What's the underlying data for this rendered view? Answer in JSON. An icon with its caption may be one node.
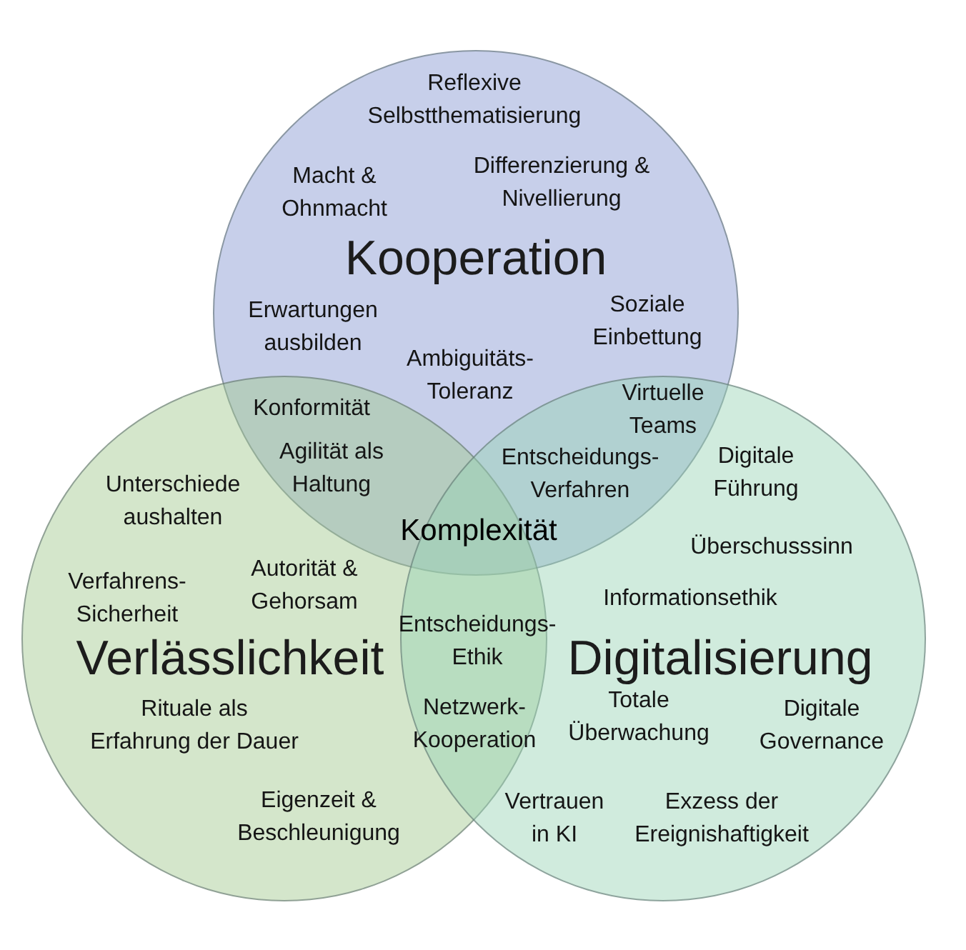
{
  "diagram": {
    "nodes": [
      {
        "text": [
          "Reflexive Selbstthematisierung",
          "Macht & Ohnmacht",
          "Differenzierung & Nivellierung",
          "Kooperation",
          "Erwartungen ausbilden",
          "Soziale Einbettung",
          "Ambiguitäts-Toleranz"
        ]
      },
      {
        "text": [
          "Unterschiede aushalten",
          "Verfahrens-Sicherheit",
          "Autorität & Gehorsam",
          "Verlässlichkeit",
          "Rituale als Erfahrung der Dauer",
          "Eigenzeit & Beschleunigung"
        ]
      },
      {
        "text": [
          "Digitale Führung",
          "Überschusssinn",
          "Informationsethik",
          "Digitalisierung",
          "Totale Überwachung",
          "Digitale Governance",
          "Vertrauen in KI",
          "Exzess der Ereignishaftigkeit"
        ]
      }
    ],
    "labels": [
      "Konformität",
      "Virtuelle Teams",
      "Agilität als Haltung",
      "Entscheidungs-Verfahren",
      "Komplexität",
      "Entscheidungs-Ethik",
      "Netzwerk-Kooperation"
    ]
  }
}
